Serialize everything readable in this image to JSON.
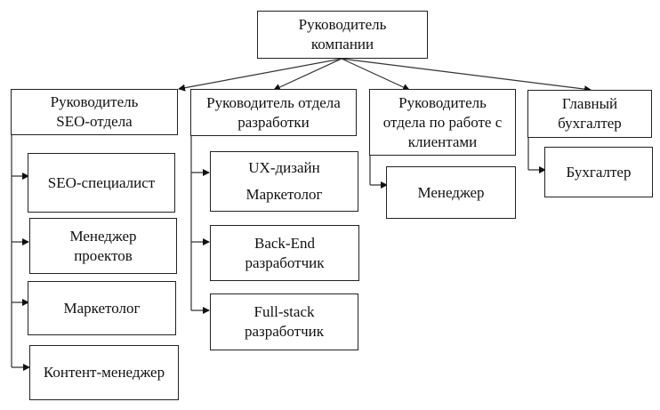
{
  "root": {
    "lines": [
      "Руководитель",
      "компании"
    ]
  },
  "departments": [
    {
      "lines": [
        "Руководитель",
        "SEO-отдела"
      ],
      "children": [
        {
          "lines": [
            "SEO-специалист"
          ]
        },
        {
          "lines": [
            "Менеджер",
            "проектов"
          ]
        },
        {
          "lines": [
            "Маркетолог"
          ]
        },
        {
          "lines": [
            "Контент-менеджер"
          ]
        }
      ]
    },
    {
      "lines": [
        "Руководитель отдела",
        "разработки"
      ],
      "children": [
        {
          "lines": [
            "UX-дизайн",
            "Маркетолог"
          ]
        },
        {
          "lines": [
            "Back-End",
            "разработчик"
          ]
        },
        {
          "lines": [
            "Full-stack",
            "разработчик"
          ]
        }
      ]
    },
    {
      "lines": [
        "Руководитель",
        "отдела по работе с",
        "клиентами"
      ],
      "children": [
        {
          "lines": [
            "Менеджер"
          ]
        }
      ]
    },
    {
      "lines": [
        "Главный",
        "бухгалтер"
      ],
      "children": [
        {
          "lines": [
            "Бухгалтер"
          ]
        }
      ]
    }
  ]
}
